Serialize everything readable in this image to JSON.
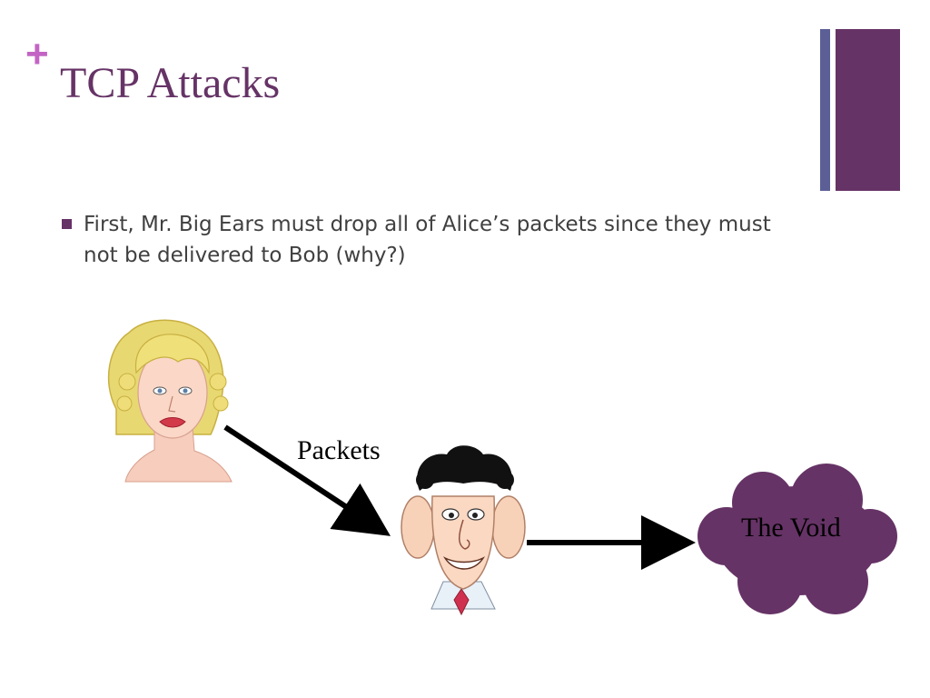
{
  "slide": {
    "title": "TCP Attacks",
    "bullet": "First, Mr. Big Ears must drop all of Alice’s packets since they must not be delivered to Bob (why?)"
  },
  "diagram": {
    "arrow_label": "Packets",
    "cloud_label": "The Void"
  },
  "colors": {
    "accent": "#663366",
    "accent_secondary": "#5c5f96",
    "plus": "#c364c5",
    "body_text": "#404040"
  },
  "icons": {
    "plus": "+",
    "alice": "alice-face-illustration",
    "big_ears": "big-ears-face-illustration",
    "cloud": "void-cloud"
  }
}
